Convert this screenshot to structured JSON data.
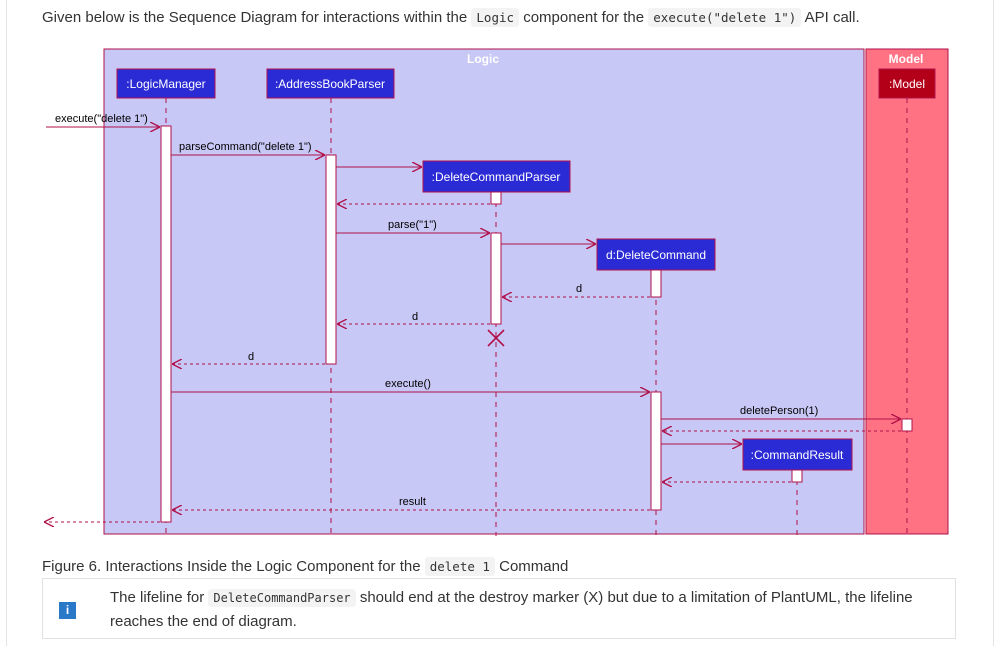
{
  "intro": {
    "prefix": "Given below is the Sequence Diagram for interactions within the ",
    "code1": "Logic",
    "middle": " component for the ",
    "code2": "execute(\"delete 1\")",
    "suffix": " API call."
  },
  "diagram": {
    "boxes": {
      "logic": "Logic",
      "model": "Model"
    },
    "participants": {
      "logic_manager": ":LogicManager",
      "address_book_parser": ":AddressBookParser",
      "delete_command_parser": ":DeleteCommandParser",
      "delete_command": "d:DeleteCommand",
      "command_result": ":CommandResult",
      "model": ":Model"
    },
    "messages": {
      "execute_call": "execute(\"delete 1\")",
      "parse_command": "parseCommand(\"delete 1\")",
      "parse": "parse(\"1\")",
      "return_d_1": "d",
      "return_d_2": "d",
      "return_d_3": "d",
      "execute": "execute()",
      "delete_person": "deletePerson(1)",
      "result": "result"
    },
    "colors": {
      "logic_bg": "#c8c8f7",
      "model_bg": "#ff7283",
      "participant_blue": "#2b2bd6",
      "participant_red": "#b30018",
      "arrow": "#b0124a"
    }
  },
  "caption": {
    "prefix": "Figure 6. Interactions Inside the Logic Component for the ",
    "code": "delete 1",
    "suffix": " Command"
  },
  "note": {
    "icon": "info-icon",
    "icon_label": "i",
    "prefix": "The lifeline for ",
    "code": "DeleteCommandParser",
    "suffix": " should end at the destroy marker (X) but due to a limitation of PlantUML, the lifeline reaches the end of diagram."
  }
}
